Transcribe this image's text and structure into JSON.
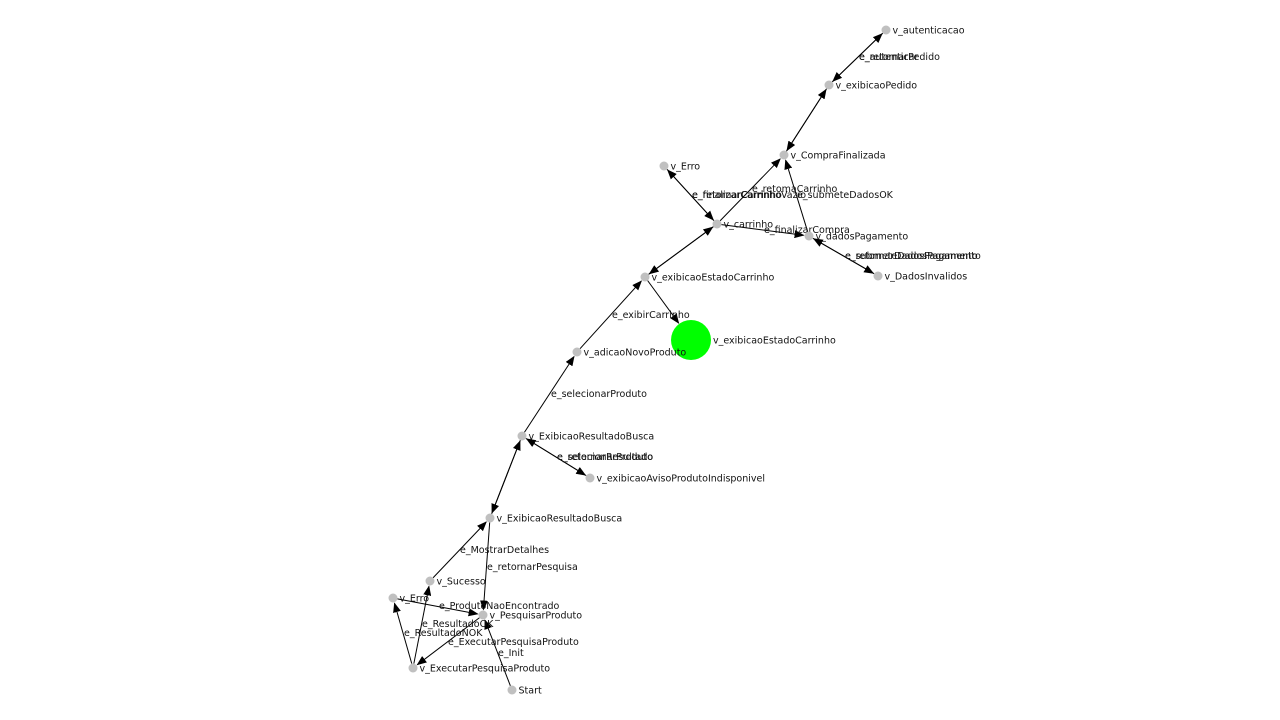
{
  "colors": {
    "node": "#c0c0c0",
    "active_node": "#00ff00",
    "edge": "#000000",
    "text": "#111111"
  },
  "nodes": [
    {
      "id": "n_autenticacao",
      "label": "v_autenticacao"
    },
    {
      "id": "n_exibicaoPedido",
      "label": "v_exibicaoPedido"
    },
    {
      "id": "n_CompraFinalizada",
      "label": "v_CompraFinalizada"
    },
    {
      "id": "n_Erro_top",
      "label": "v_Erro"
    },
    {
      "id": "n_carrinho",
      "label": "v_carrinho"
    },
    {
      "id": "n_dadosPagamento",
      "label": "v_dadosPagamento"
    },
    {
      "id": "n_DadosInvalidos",
      "label": "v_DadosInvalidos"
    },
    {
      "id": "n_exibicaoEstadoCarrinho",
      "label": "v_exibicaoEstadoCarrinho"
    },
    {
      "id": "n_exibicaoEstadoCarrinho_active",
      "label": "v_exibicaoEstadoCarrinho",
      "active": true
    },
    {
      "id": "n_adicaoNovoProduto",
      "label": "v_adicaoNovoProduto"
    },
    {
      "id": "n_ExibicaoResultadoBusca_upper",
      "label": "v_ExibicaoResultadoBusca"
    },
    {
      "id": "n_exibicaoAvisoProdutoIndisponivel",
      "label": "v_exibicaoAvisoProdutoIndisponivel"
    },
    {
      "id": "n_ExibicaoResultadoBusca_lower",
      "label": "v_ExibicaoResultadoBusca"
    },
    {
      "id": "n_Sucesso",
      "label": "v_Sucesso"
    },
    {
      "id": "n_Erro_bottom",
      "label": "v_Erro"
    },
    {
      "id": "n_PesquisarProduto",
      "label": "v_PesquisarProduto"
    },
    {
      "id": "n_ExecutarPesquisaProduto",
      "label": "v_ExecutarPesquisaProduto"
    },
    {
      "id": "n_Start",
      "label": "Start"
    }
  ],
  "edges": [
    {
      "from": "n_exibicaoPedido",
      "to": "n_autenticacao",
      "label": "e_retornarPedido"
    },
    {
      "from": "n_autenticacao",
      "to": "n_exibicaoPedido",
      "label": "e_autenticar"
    },
    {
      "from": "n_CompraFinalizada",
      "to": "n_exibicaoPedido",
      "label": ""
    },
    {
      "from": "n_exibicaoPedido",
      "to": "n_CompraFinalizada",
      "label": ""
    },
    {
      "from": "n_carrinho",
      "to": "n_CompraFinalizada",
      "label": "e_retomaCarrinho"
    },
    {
      "from": "n_dadosPagamento",
      "to": "n_CompraFinalizada",
      "label": "e_submeteDadosOK"
    },
    {
      "from": "n_carrinho",
      "to": "n_Erro_top",
      "label": "e_finalizarCarrinhoVazio"
    },
    {
      "from": "n_Erro_top",
      "to": "n_carrinho",
      "label": "e_retornarCarrinho"
    },
    {
      "from": "n_carrinho",
      "to": "n_dadosPagamento",
      "label": "e_finalizarCompra"
    },
    {
      "from": "n_dadosPagamento",
      "to": "n_DadosInvalidos",
      "label": "e_submeteDadosPagamento"
    },
    {
      "from": "n_DadosInvalidos",
      "to": "n_dadosPagamento",
      "label": "e_retornarDadosPagamento"
    },
    {
      "from": "n_exibicaoEstadoCarrinho",
      "to": "n_carrinho",
      "label": ""
    },
    {
      "from": "n_carrinho",
      "to": "n_exibicaoEstadoCarrinho",
      "label": ""
    },
    {
      "from": "n_exibicaoEstadoCarrinho",
      "to": "n_exibicaoEstadoCarrinho_active",
      "label": "e_exibirCarrinho"
    },
    {
      "from": "n_adicaoNovoProduto",
      "to": "n_exibicaoEstadoCarrinho",
      "label": ""
    },
    {
      "from": "n_ExibicaoResultadoBusca_upper",
      "to": "n_adicaoNovoProduto",
      "label": "e_selecionarProduto"
    },
    {
      "from": "n_ExibicaoResultadoBusca_upper",
      "to": "n_exibicaoAvisoProdutoIndisponivel",
      "label": "e_selecionarProduto"
    },
    {
      "from": "n_exibicaoAvisoProdutoIndisponivel",
      "to": "n_ExibicaoResultadoBusca_upper",
      "label": "e_retornarResultado"
    },
    {
      "from": "n_ExibicaoResultadoBusca_lower",
      "to": "n_ExibicaoResultadoBusca_upper",
      "label": ""
    },
    {
      "from": "n_ExibicaoResultadoBusca_upper",
      "to": "n_ExibicaoResultadoBusca_lower",
      "label": ""
    },
    {
      "from": "n_Sucesso",
      "to": "n_ExibicaoResultadoBusca_lower",
      "label": "e_MostrarDetalhes"
    },
    {
      "from": "n_ExibicaoResultadoBusca_lower",
      "to": "n_PesquisarProduto",
      "label": "e_retornarPesquisa"
    },
    {
      "from": "n_Erro_bottom",
      "to": "n_PesquisarProduto",
      "label": "e_ProdutoNaoEncontrado"
    },
    {
      "from": "n_ExecutarPesquisaProduto",
      "to": "n_Sucesso",
      "label": "e_ResultadoOK"
    },
    {
      "from": "n_ExecutarPesquisaProduto",
      "to": "n_Erro_bottom",
      "label": "e_ResultadoNOK"
    },
    {
      "from": "n_PesquisarProduto",
      "to": "n_ExecutarPesquisaProduto",
      "label": "e_ExecutarPesquisaProduto"
    },
    {
      "from": "n_Start",
      "to": "n_PesquisarProduto",
      "label": "e_Init"
    }
  ]
}
